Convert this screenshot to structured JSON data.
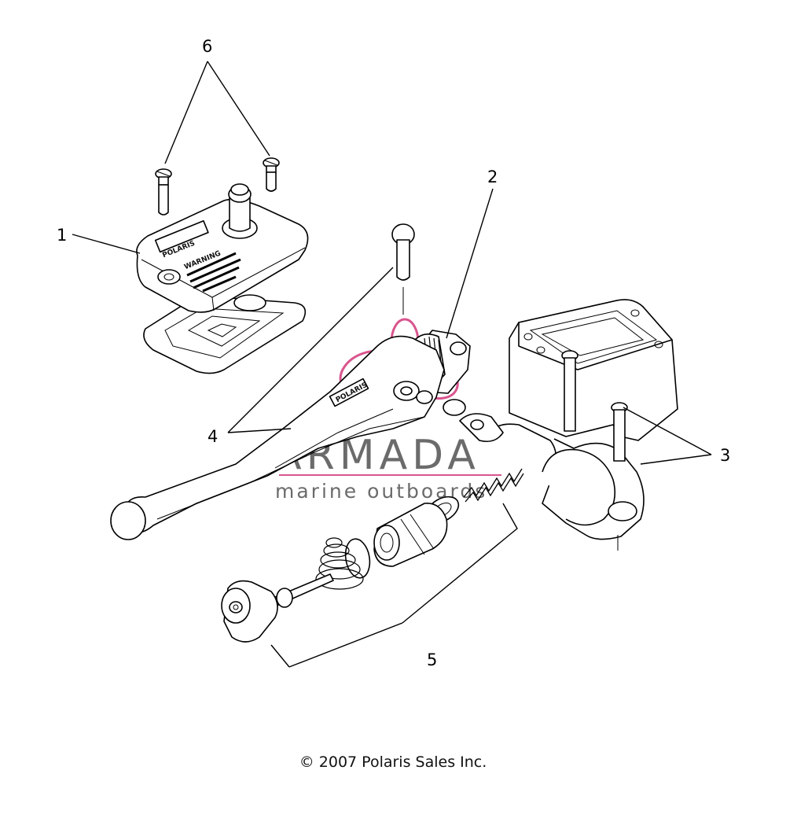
{
  "diagram": {
    "callouts": [
      {
        "id": "1",
        "label": "1"
      },
      {
        "id": "2",
        "label": "2"
      },
      {
        "id": "3",
        "label": "3"
      },
      {
        "id": "4",
        "label": "4"
      },
      {
        "id": "5",
        "label": "5"
      },
      {
        "id": "6",
        "label": "6"
      }
    ],
    "cover_label": "POLARIS",
    "cover_warning": "WARNING",
    "lever_label": "POLARIS",
    "copyright": "© 2007 Polaris Sales Inc."
  },
  "watermark": {
    "brand": "ARMADA",
    "tagline": "marine outboards",
    "accent_color": "#d9558e"
  }
}
